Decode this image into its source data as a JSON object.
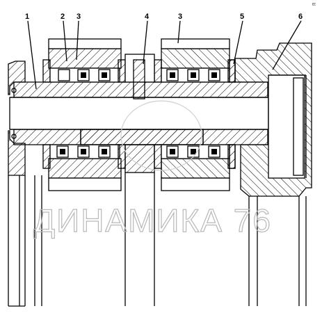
{
  "diagram": {
    "callouts": [
      {
        "id": "1",
        "label": "1"
      },
      {
        "id": "2",
        "label": "2"
      },
      {
        "id": "3a",
        "label": "3"
      },
      {
        "id": "4",
        "label": "4"
      },
      {
        "id": "3b",
        "label": "3"
      },
      {
        "id": "5",
        "label": "5"
      },
      {
        "id": "6",
        "label": "6"
      }
    ],
    "watermark": "ДИНАМИКА 76",
    "corner_mark": "ᴱᴱ"
  }
}
